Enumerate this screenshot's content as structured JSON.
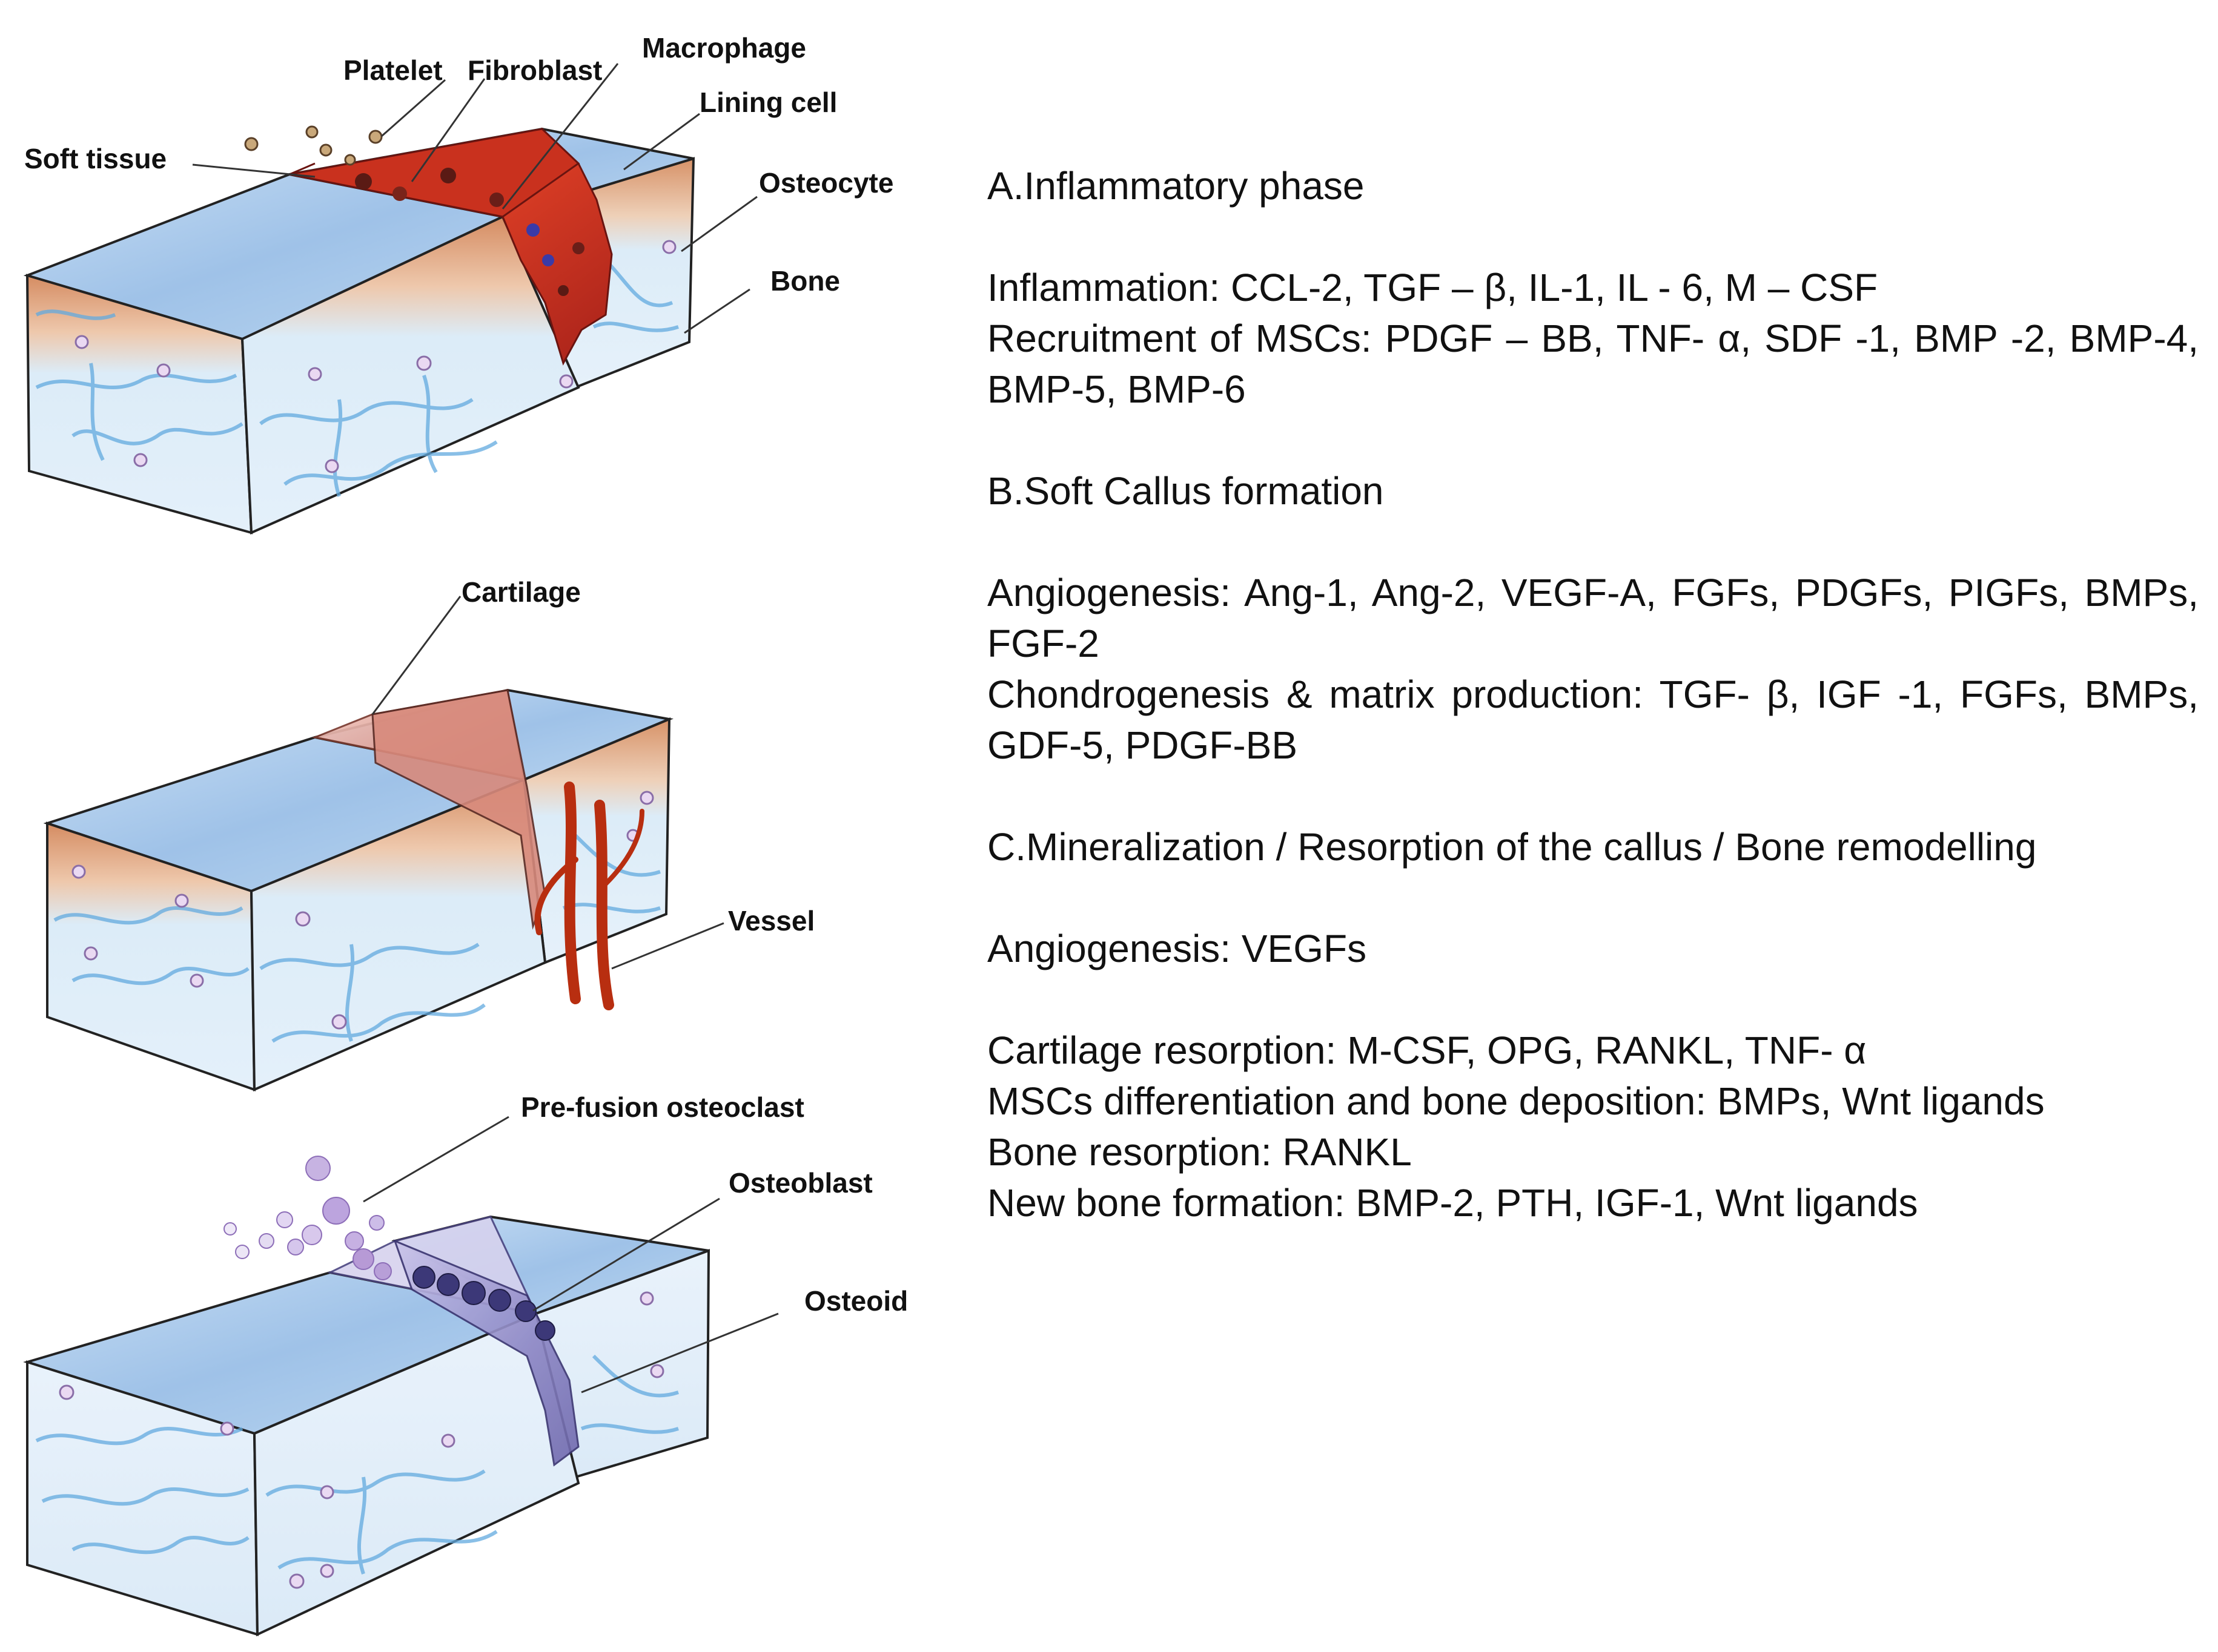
{
  "labels": {
    "a": {
      "platelet": "Platelet",
      "fibroblast": "Fibroblast",
      "macrophage": "Macrophage",
      "lining_cell": "Lining cell",
      "soft_tissue": "Soft tissue",
      "osteocyte": "Osteocyte",
      "bone": "Bone"
    },
    "b": {
      "cartilage": "Cartilage",
      "vessel": "Vessel"
    },
    "c": {
      "pre_fusion_osteoclast": "Pre-fusion osteoclast",
      "osteoblast": "Osteoblast",
      "osteoid": "Osteoid"
    }
  },
  "phases": {
    "a": {
      "title": "A.Inflammatory phase",
      "inflammation": "Inflammation: CCL-2, TGF – β, IL-1, IL - 6, M – CSF",
      "recruitment": "Recruitment of MSCs: PDGF – BB, TNF- α, SDF -1, BMP -2, BMP-4, BMP-5, BMP-6"
    },
    "b": {
      "title": "B.Soft Callus formation",
      "angiogenesis": "Angiogenesis: Ang-1, Ang-2, VEGF-A, FGFs, PDGFs, PIGFs, BMPs, FGF-2",
      "chondrogenesis": "Chondrogenesis & matrix production: TGF- β, IGF -1, FGFs, BMPs, GDF-5, PDGF-BB"
    },
    "c": {
      "title": "C.Mineralization / Resorption of the callus / Bone remodelling",
      "angiogenesis": "Angiogenesis: VEGFs",
      "cartilage_resorption": "Cartilage resorption: M-CSF, OPG, RANKL, TNF- α",
      "msc_differentiation": "MSCs differentiation and bone deposition: BMPs, Wnt ligands",
      "bone_resorption": "Bone resorption: RANKL",
      "new_bone": "New bone formation: BMP-2, PTH, IGF-1, Wnt ligands"
    }
  },
  "colors": {
    "top_face": "#a9c9ea",
    "side_face": "#dcecf8",
    "bone_vessels": "#5aa6dc",
    "periosteum": "#d9906a",
    "soft_tissue": "#c8321e",
    "cartilage": "#e8b0a8",
    "blood_vessel": "#b82e10",
    "osteoclast": "#b79ad6",
    "osteoid": "#8b85c4",
    "outline": "#222222"
  }
}
